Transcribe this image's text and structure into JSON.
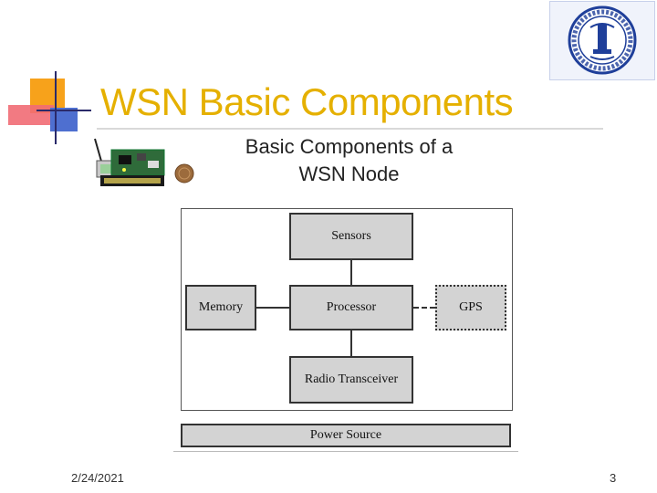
{
  "slide": {
    "title": "WSN Basic Components",
    "subtitle_line1": "Basic Components of a",
    "subtitle_line2": "WSN Node"
  },
  "diagram": {
    "sensors": "Sensors",
    "processor": "Processor",
    "memory": "Memory",
    "gps": "GPS",
    "radio": "Radio Transceiver",
    "power": "Power Source"
  },
  "footer": {
    "date": "2/24/2021",
    "page": "3"
  },
  "colors": {
    "title": "#e5b000",
    "box_fill": "#d3d3d3",
    "accent_orange": "#f7a21b",
    "accent_pink": "#f16b74",
    "accent_blue": "#4e6fd0",
    "logo_blue": "#1f3f9a"
  },
  "icons": {
    "logo": "university-seal-icon",
    "photo": "sensor-node-board-image"
  }
}
